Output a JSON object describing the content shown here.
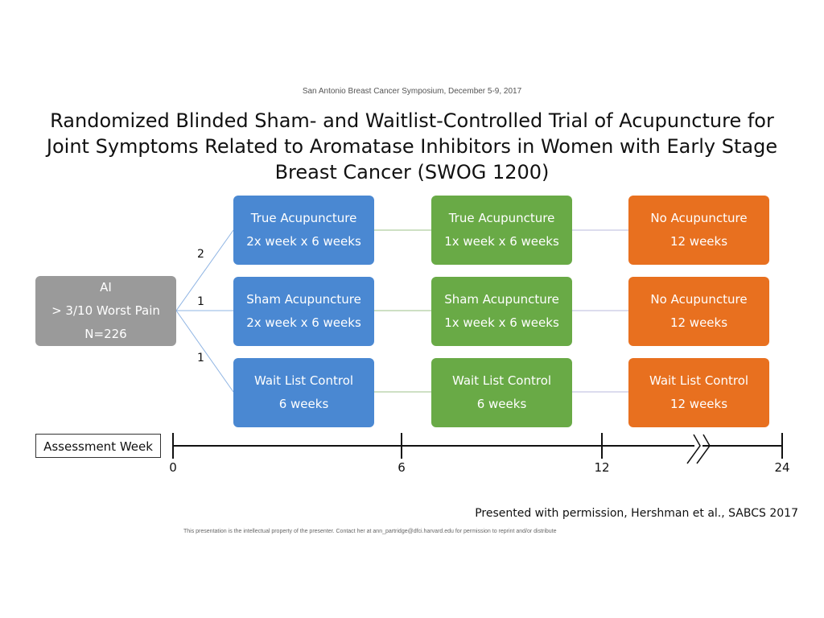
{
  "header": {
    "conference": "San Antonio Breast Cancer Symposium, December 5-9, 2017",
    "title_lines": [
      "Randomized Blinded Sham- and Waitlist-Controlled Trial of Acupuncture for",
      "Joint Symptoms Related to Aromatase Inhibitors in Women with Early Stage",
      "Breast Cancer (SWOG 1200)"
    ]
  },
  "start_box": {
    "lines": [
      "AI",
      "> 3/10 Worst Pain",
      "N=226"
    ]
  },
  "ratios": [
    "2",
    "1",
    "1"
  ],
  "arms": [
    {
      "phase1": [
        "True Acupuncture",
        "2x week x 6 weeks"
      ],
      "phase2": [
        "True Acupuncture",
        "1x week x 6 weeks"
      ],
      "phase3": [
        "No Acupuncture",
        "12 weeks"
      ]
    },
    {
      "phase1": [
        "Sham Acupuncture",
        "2x week x 6 weeks"
      ],
      "phase2": [
        "Sham Acupuncture",
        "1x week x 6 weeks"
      ],
      "phase3": [
        "No Acupuncture",
        "12 weeks"
      ]
    },
    {
      "phase1": [
        "Wait List Control",
        "6 weeks"
      ],
      "phase2": [
        "Wait List Control",
        "6 weeks"
      ],
      "phase3": [
        "Wait List Control",
        "12 weeks"
      ]
    }
  ],
  "timeline": {
    "label": "Assessment Week",
    "ticks": [
      "0",
      "6",
      "12",
      "24"
    ]
  },
  "footer": {
    "credit": "Presented with permission, Hershman et al., SABCS 2017",
    "disclaimer": "This presentation is the intellectual property of the presenter. Contact her at ann_partridge@dfci.harvard.edu for permission to reprint and/or distribute"
  },
  "colors": {
    "phase1": "#4a88d2",
    "phase2": "#69aa46",
    "phase3": "#e8701f",
    "start": "#9a9a9a"
  }
}
